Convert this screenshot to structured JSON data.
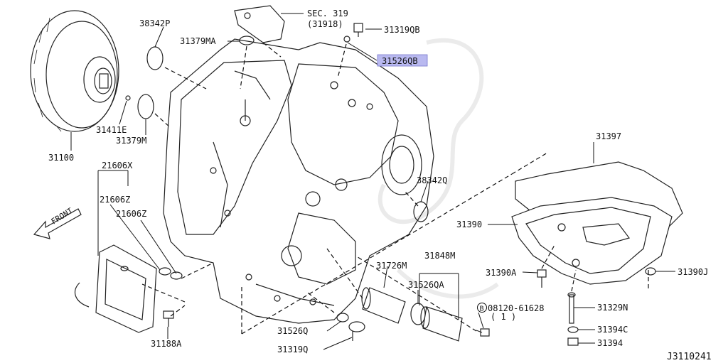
{
  "sec_ref": {
    "line1": "SEC. 319",
    "line2": "(31918)"
  },
  "labels": {
    "p38342P": "38342P",
    "p31379MA": "31379MA",
    "p31319QB": "31319QB",
    "p31526QB": "31526QB",
    "p31411E": "31411E",
    "p31379M": "31379M",
    "p31100": "31100",
    "p21606X": "21606X",
    "p21606Z_a": "21606Z",
    "p21606Z_b": "21606Z",
    "p38342Q": "38342Q",
    "p31397": "31397",
    "p31390": "31390",
    "p31390A": "31390A",
    "p31390J": "31390J",
    "p31726M": "31726M",
    "p31848M": "31848M",
    "p31526QA": "31526QA",
    "p08120": "08120-61628",
    "p08120_qty": "( 1 )",
    "p31329N": "31329N",
    "p31394C": "31394C",
    "p31394": "31394",
    "p31526Q": "31526Q",
    "p31319Q": "31319Q",
    "p31188A": "31188A",
    "front": "FRONT",
    "bolt_marker": "B"
  },
  "diagram_id": "J3110241",
  "highlight_color": "#b9b9f0"
}
